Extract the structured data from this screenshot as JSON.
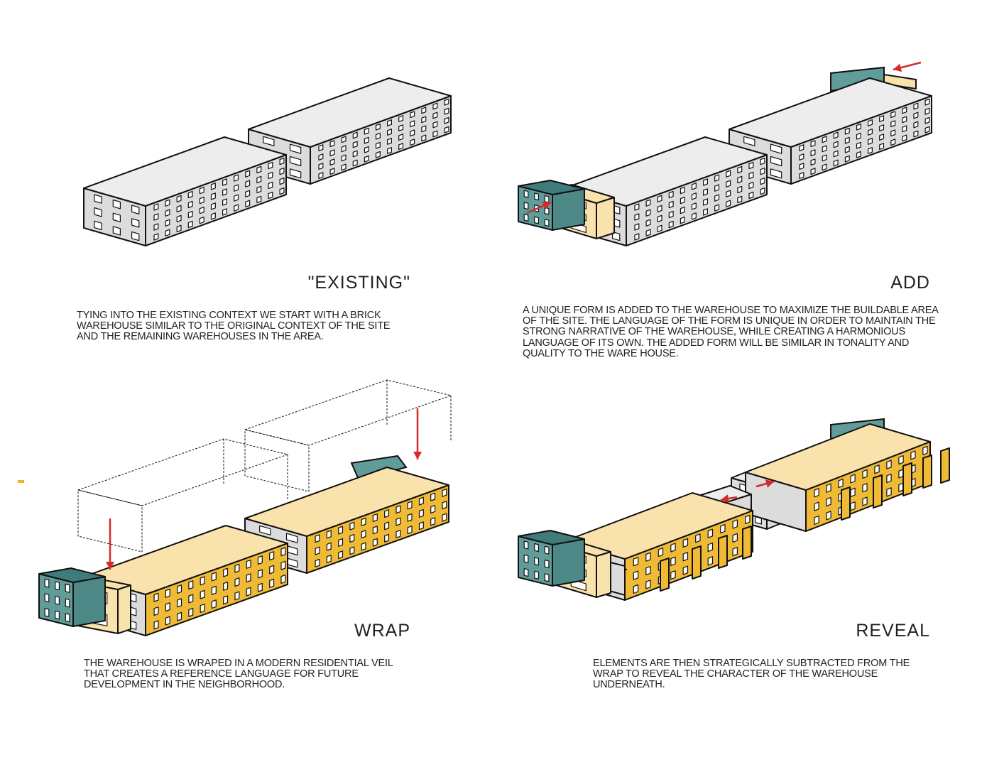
{
  "colors": {
    "warehouse": "#dcdcdc",
    "warehouse_top": "#ededed",
    "wrap": "#efba35",
    "wrap_top": "#f9e2ab",
    "addition": "#5f9c9a",
    "arrow": "#d42a2a",
    "accent_mark": "#f0b323"
  },
  "panels": [
    {
      "title": "\"EXISTING\"",
      "text": "Tying into the existing context we start with a brick warehouse similar to the original context of the site and the remaining warehouses in the area."
    },
    {
      "title": "ADD",
      "text": "A unique form is added to the warehouse to maximize the buildable area of the site. The language of the form is unique in order to maintain the strong narrative of the warehouse, while creating a harmonious language of its own. The added form will be similar in tonality and quality to the ware house."
    },
    {
      "title": "WRAP",
      "text": "The warehouse is wraped in a modern residential veil that creates a reference language for future development in the neighborhood."
    },
    {
      "title": "REVEAL",
      "text": "Elements are then strategically subtracted from the wrap to reveal the character of the warehouse underneath."
    }
  ]
}
